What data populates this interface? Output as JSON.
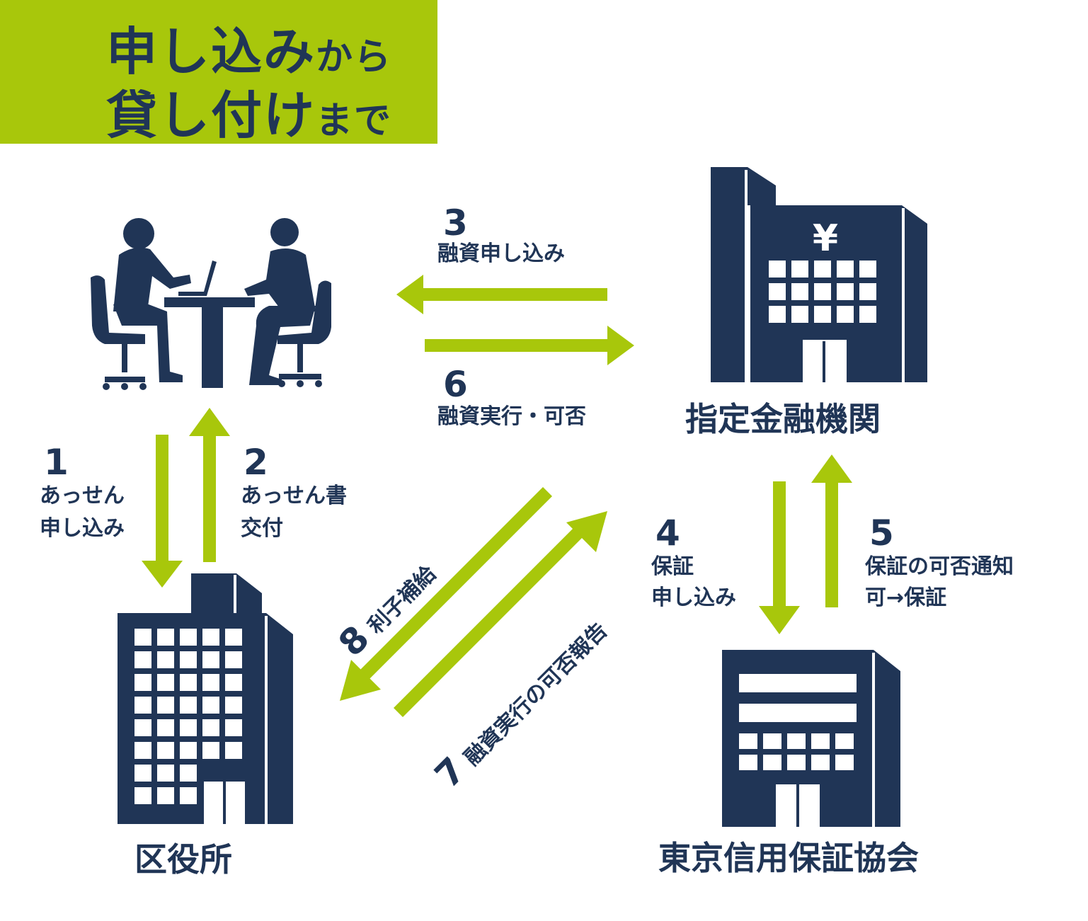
{
  "header": {
    "line1_main": "申し込み",
    "line1_small": "から",
    "line2_main": "貸し付け",
    "line2_small": "まで"
  },
  "entities": {
    "bank": "指定金融機関",
    "ward_office": "区役所",
    "guarantee": "東京信用保証協会",
    "yen_sign": "¥"
  },
  "steps": {
    "s1": {
      "num": "1",
      "text1": "あっせん",
      "text2": "申し込み"
    },
    "s2": {
      "num": "2",
      "text1": "あっせん書",
      "text2": "交付"
    },
    "s3": {
      "num": "3",
      "text1": "融資申し込み"
    },
    "s4": {
      "num": "4",
      "text1": "保証",
      "text2": "申し込み"
    },
    "s5": {
      "num": "5",
      "text1": "保証の可否通知",
      "text2": "可→保証"
    },
    "s6": {
      "num": "6",
      "text1": "融資実行・可否"
    },
    "s7": {
      "num": "7",
      "text1": "融資実行の可否報告"
    },
    "s8": {
      "num": "8",
      "text1": "利子補給"
    }
  },
  "icons": [
    "meeting-icon",
    "bank-building-icon",
    "ward-office-building-icon",
    "guarantee-association-building-icon",
    "arrow-icon"
  ],
  "colors": {
    "accent": "#a8c70b",
    "navy": "#203556",
    "background": "#ffffff"
  }
}
